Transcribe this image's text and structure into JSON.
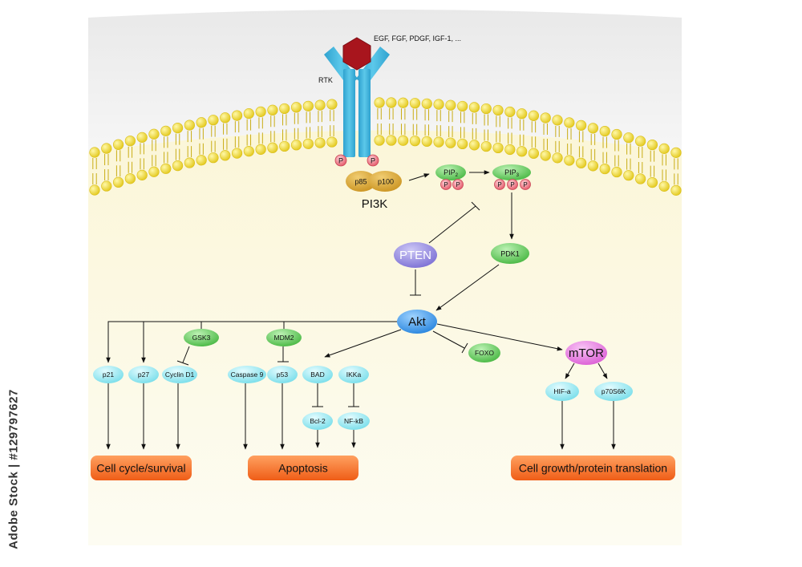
{
  "ligands": "EGF, FGF, PDGF, IGF-1, ...",
  "receptor": "RTK",
  "phospho": "P",
  "pi3k": {
    "title": "PI3K",
    "p85": "p85",
    "p100": "p100"
  },
  "pip2": {
    "base": "PIP",
    "sub": "2"
  },
  "pip3": {
    "base": "PIP",
    "sub": "3"
  },
  "pten": "PTEN",
  "pdk1": "PDK1",
  "akt": "Akt",
  "gsk3": "GSK3",
  "mdm2": "MDM2",
  "foxo": "FOXO",
  "mtor": "mTOR",
  "targets": {
    "p21": "p21",
    "p27": "p27",
    "cyclin_d1": "Cyclin D1",
    "caspase9": "Caspase 9",
    "p53": "p53",
    "bad": "BAD",
    "ikka": "IKKa",
    "bcl2": "Bcl-2",
    "nfkb": "NF-kB",
    "hifa": "HIF-a",
    "p70s6k": "p70S6K"
  },
  "outcomes": {
    "cell_cycle": "Cell cycle/survival",
    "apoptosis": "Apoptosis",
    "growth": "Cell growth/protein translation"
  },
  "colors": {
    "membrane_head": "#f2dc2a",
    "receptor": "#45b7dc",
    "ligand": "#a8151d",
    "pi3k": "#d4a22b",
    "green": "#55c94f",
    "pten": "#8f84de",
    "akt": "#2e8ee6",
    "mtor": "#e66ae0",
    "cyan": "#8ee8f2",
    "phospho": "#f06a78",
    "outcome": "#f36a25"
  },
  "credit": "Adobe Stock | #129797627"
}
